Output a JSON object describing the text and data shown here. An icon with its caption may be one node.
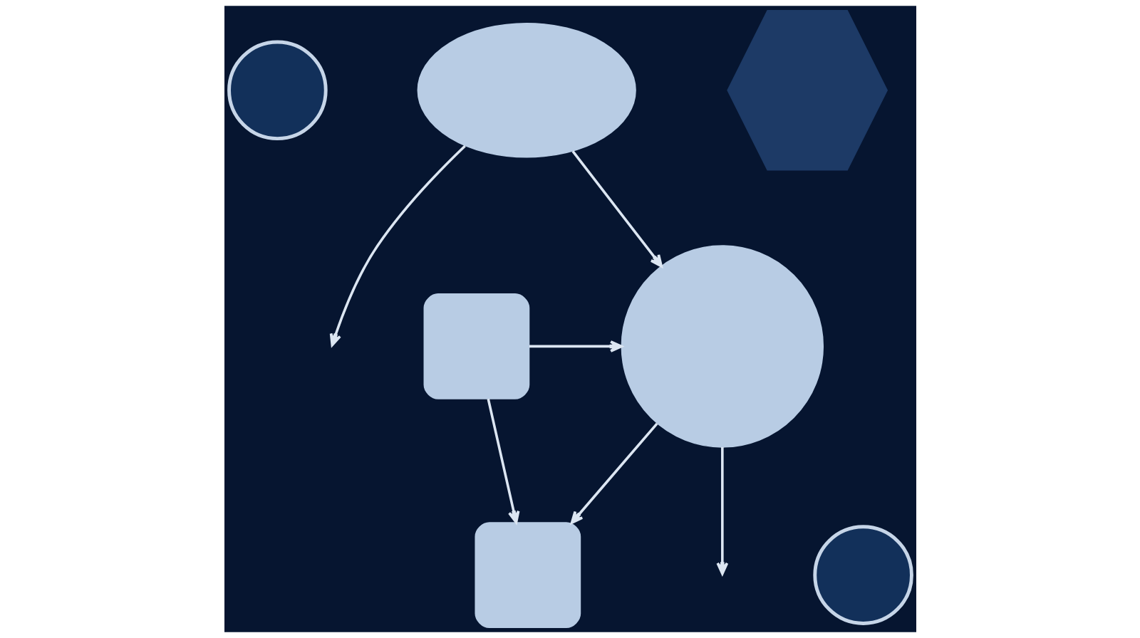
{
  "diagram": {
    "nodes": [
      {
        "text": [],
        "shape": "circle"
      },
      {
        "text": [],
        "shape": "cloud"
      },
      {
        "text": [],
        "shape": "hexagon"
      },
      {
        "text": [],
        "shape": "box"
      },
      {
        "text": [],
        "shape": "circle"
      },
      {
        "text": [],
        "shape": "box"
      },
      {
        "text": [],
        "shape": "circle"
      }
    ],
    "edges": [
      {
        "from": 1,
        "to": null,
        "arrow": "to"
      },
      {
        "from": 1,
        "to": 4,
        "arrow": "to"
      },
      {
        "from": 3,
        "to": 4,
        "arrow": "to"
      },
      {
        "from": 3,
        "to": 5,
        "arrow": "to"
      },
      {
        "from": 4,
        "to": 5,
        "arrow": "to"
      },
      {
        "from": 4,
        "to": null,
        "arrow": "to"
      }
    ]
  }
}
